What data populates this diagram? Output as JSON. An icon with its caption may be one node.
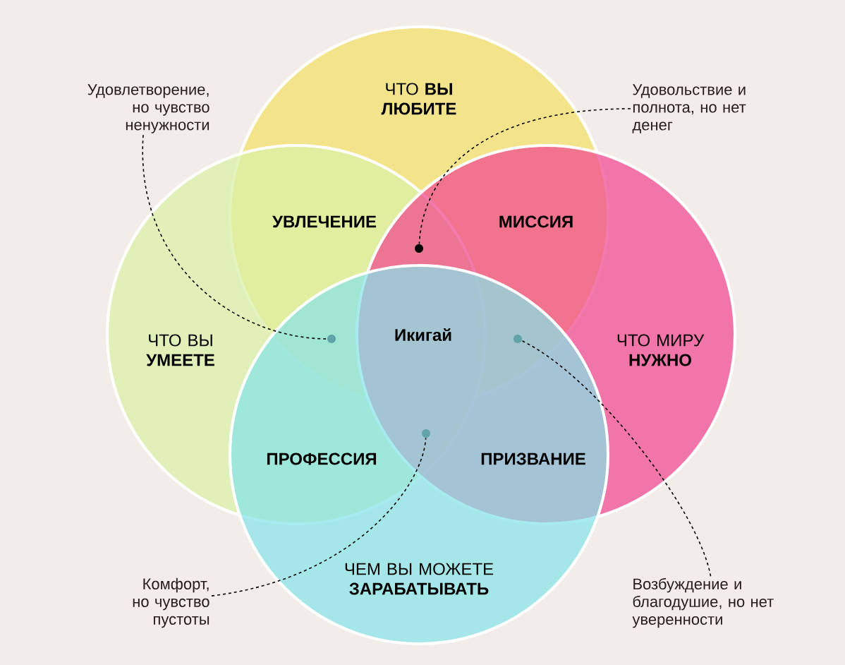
{
  "diagram": {
    "nodes": [
      {
        "text": [
          "ЧТО **ВЫ ЛЮБИТЕ**"
        ]
      },
      {
        "text": [
          "Удовлетворение, но чувство ненужности"
        ]
      },
      {
        "text": [
          "Удовольствие и полнота, но нет денег"
        ]
      },
      {
        "text": [
          "ЧТО ВЫ **УМЕЕТЕ**"
        ]
      },
      {
        "text": [
          "ЧТО МИРУ **НУЖНО**"
        ]
      },
      {
        "text": [],
        "shape": "circle"
      },
      {
        "text": [],
        "shape": "circle"
      },
      {
        "text": [],
        "shape": "circle"
      },
      {
        "text": [],
        "shape": "circle"
      },
      {
        "text": [
          "ЧЕМ ВЫ МОЖЕТЕ **ЗАРАБАТЫВАТЬ**"
        ]
      },
      {
        "text": [
          "Комфорт, но чувство пустоты"
        ]
      },
      {
        "text": [
          "Возбуждение и благодушие, но нет уверенности"
        ]
      }
    ],
    "edges": [
      {
        "from": 1,
        "to": 6,
        "arrow": "none",
        "style": "dashed"
      },
      {
        "from": 2,
        "to": 5,
        "arrow": "none",
        "style": "dashed"
      },
      {
        "from": 10,
        "to": 8,
        "arrow": "none",
        "style": "dashed"
      },
      {
        "from": 11,
        "to": 7,
        "arrow": "none",
        "style": "dashed"
      }
    ],
    "labels": [
      "УВЛЕЧЕНИЕ",
      "МИССИЯ",
      "Икигай",
      "ПРОФЕССИЯ",
      "ПРИЗВАНИЕ"
    ]
  }
}
